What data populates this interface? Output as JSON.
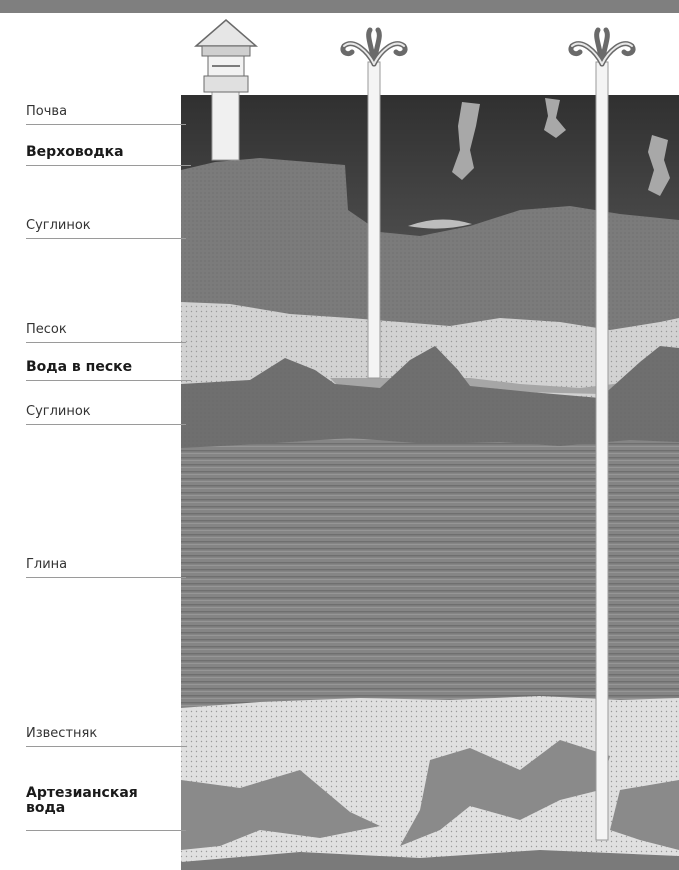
{
  "labels": {
    "soil": "Почва",
    "perched_water": "Верховодка",
    "loam_upper": "Суглинок",
    "sand": "Песок",
    "water_in_sand": "Вода в песке",
    "loam_lower": "Суглинок",
    "clay": "Глина",
    "limestone": "Известняк",
    "artesian_line1": "Артезианская",
    "artesian_line2": "вода"
  },
  "colors": {
    "soil": "#4d4d4d",
    "loam": "#7b7b7b",
    "sand": "#d2d2d2",
    "clay": "#858585",
    "limestone": "#e0e0e0",
    "pipe": "#f4f4f4",
    "topbar": "#7f7f7f"
  },
  "icons": {
    "well": "well-house-icon",
    "fountain_1": "water-fountain-icon",
    "fountain_2": "water-fountain-icon"
  }
}
